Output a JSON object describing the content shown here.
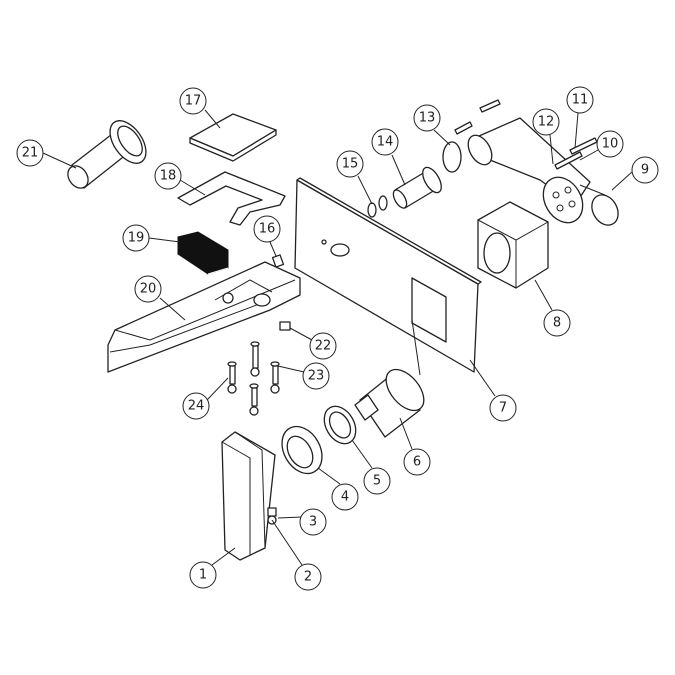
{
  "diagram": {
    "title": "",
    "callouts": [
      "1",
      "2",
      "3",
      "4",
      "5",
      "6",
      "7",
      "8",
      "9",
      "10",
      "11",
      "12",
      "13",
      "14",
      "15",
      "16",
      "17",
      "18",
      "19",
      "20",
      "21",
      "22",
      "23",
      "24"
    ],
    "colors": {
      "line": "#222222",
      "background": "#ffffff"
    }
  }
}
